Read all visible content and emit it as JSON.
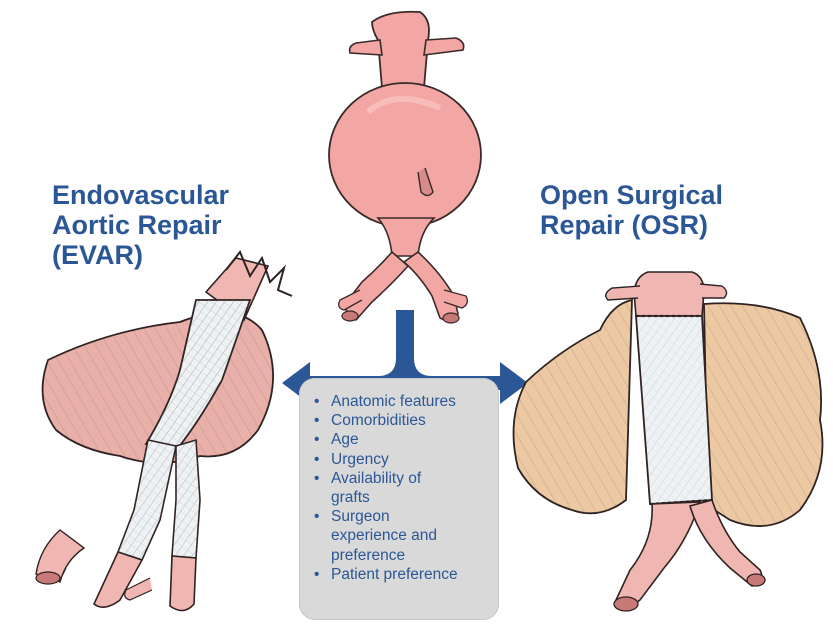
{
  "left_title": {
    "lines": [
      "Endovascular",
      "Aortic Repair",
      "(EVAR)"
    ]
  },
  "right_title": {
    "lines": [
      "Open Surgical",
      "Repair (OSR)"
    ]
  },
  "factors": [
    {
      "lines": [
        "Anatomic features"
      ]
    },
    {
      "lines": [
        "Comorbidities"
      ]
    },
    {
      "lines": [
        "Age"
      ]
    },
    {
      "lines": [
        "Urgency"
      ]
    },
    {
      "lines": [
        "Availability of",
        "grafts"
      ]
    },
    {
      "lines": [
        "Surgeon",
        "experience and",
        "preference"
      ]
    },
    {
      "lines": [
        "Patient preference"
      ]
    }
  ],
  "colors": {
    "heading": "#2b5796",
    "arrow": "#2b5796",
    "aorta_fill": "#f3a7a5",
    "aorta_outline": "#3a2a2a",
    "sac_fill_osr": "#ecc9a2",
    "sac_fill_evar": "#e8b0a8",
    "graft": "#eef2f5",
    "box": "#d9d9d9"
  },
  "icons": [
    "aneurysm-illustration",
    "evar-illustration",
    "osr-illustration",
    "decision-arrow-icon"
  ]
}
